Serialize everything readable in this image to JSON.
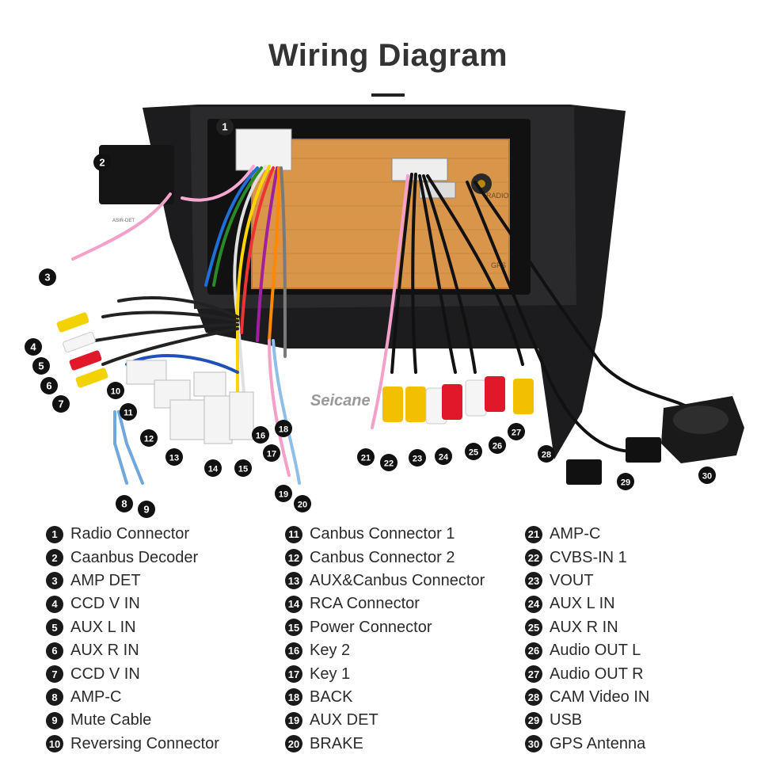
{
  "title": "Wiring Diagram",
  "watermark": "Seicane",
  "unit_labels": {
    "radio": "RADIO",
    "gps": "GPS",
    "decoder": "ASIR-DET"
  },
  "legend": [
    {
      "num": "1",
      "label": "Radio Connector"
    },
    {
      "num": "2",
      "label": "Caanbus Decoder"
    },
    {
      "num": "3",
      "label": "AMP DET"
    },
    {
      "num": "4",
      "label": "CCD V IN"
    },
    {
      "num": "5",
      "label": "AUX L IN"
    },
    {
      "num": "6",
      "label": "AUX R IN"
    },
    {
      "num": "7",
      "label": "CCD V IN"
    },
    {
      "num": "8",
      "label": "AMP-C"
    },
    {
      "num": "9",
      "label": "Mute Cable"
    },
    {
      "num": "10",
      "label": "Reversing Connector"
    },
    {
      "num": "11",
      "label": "Canbus Connector 1"
    },
    {
      "num": "12",
      "label": "Canbus Connector 2"
    },
    {
      "num": "13",
      "label": "AUX&Canbus Connector"
    },
    {
      "num": "14",
      "label": "RCA Connector"
    },
    {
      "num": "15",
      "label": "Power Connector"
    },
    {
      "num": "16",
      "label": "Key 2"
    },
    {
      "num": "17",
      "label": "Key 1"
    },
    {
      "num": "18",
      "label": "BACK"
    },
    {
      "num": "19",
      "label": "AUX DET"
    },
    {
      "num": "20",
      "label": "BRAKE"
    },
    {
      "num": "21",
      "label": "AMP-C"
    },
    {
      "num": "22",
      "label": "CVBS-IN 1"
    },
    {
      "num": "23",
      "label": "VOUT"
    },
    {
      "num": "24",
      "label": "AUX L IN"
    },
    {
      "num": "25",
      "label": "AUX R IN"
    },
    {
      "num": "26",
      "label": "Audio OUT L"
    },
    {
      "num": "27",
      "label": "Audio OUT R"
    },
    {
      "num": "28",
      "label": "CAM Video IN"
    },
    {
      "num": "29",
      "label": "USB"
    },
    {
      "num": "30",
      "label": "GPS Antenna"
    }
  ],
  "callouts": [
    "1",
    "2",
    "3",
    "4",
    "5",
    "6",
    "7",
    "8",
    "9",
    "10",
    "11",
    "12",
    "13",
    "14",
    "15",
    "16",
    "17",
    "18",
    "19",
    "20",
    "21",
    "22",
    "23",
    "24",
    "25",
    "26",
    "27",
    "28",
    "29",
    "30"
  ]
}
